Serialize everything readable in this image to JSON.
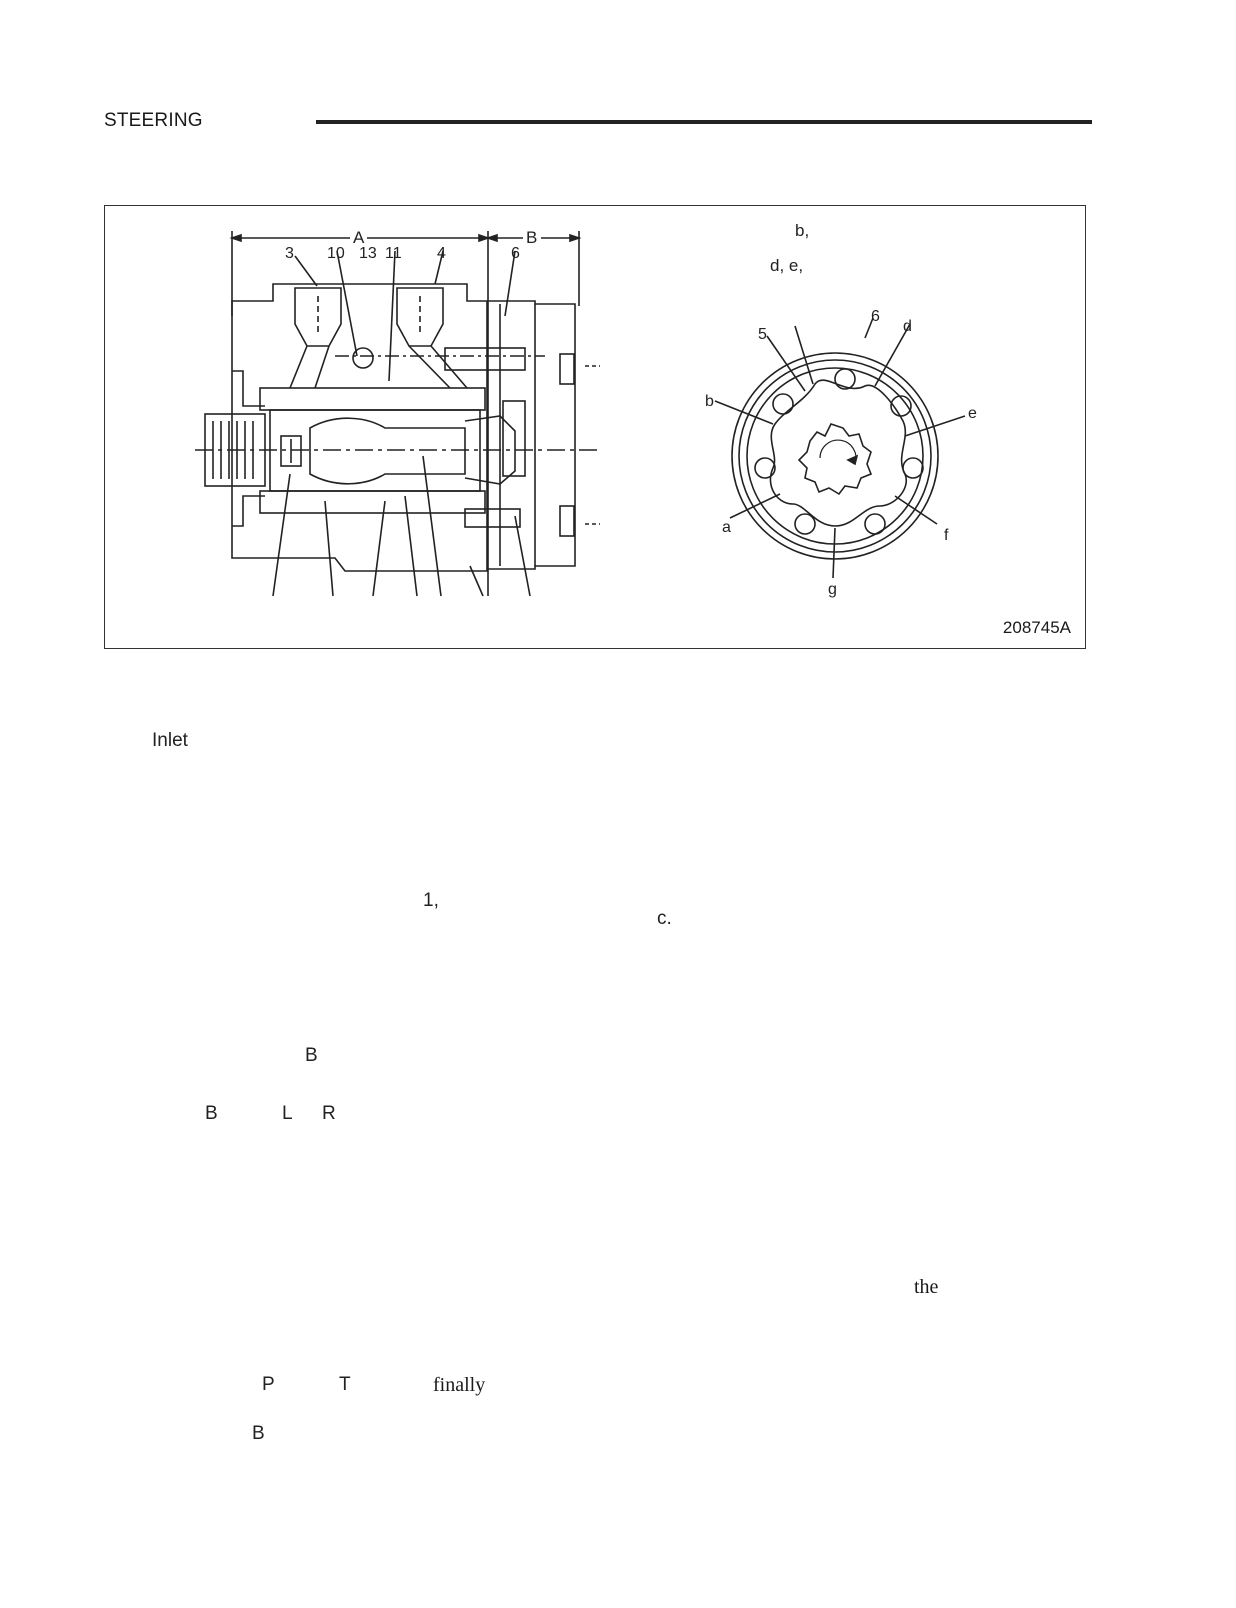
{
  "header": {
    "section": "STEERING"
  },
  "figure": {
    "id": "208745A",
    "section_view": {
      "dims": [
        "A",
        "B"
      ],
      "top_labels": [
        "3",
        "10",
        "13",
        "11",
        "4",
        "6"
      ]
    },
    "gerotor_view": {
      "callouts": [
        "b,",
        "d, e,"
      ],
      "labels": {
        "five": "5",
        "six": "6",
        "a": "a",
        "b": "b",
        "d": "d",
        "e": "e",
        "f": "f",
        "g": "g"
      }
    }
  },
  "text_fragments": {
    "inlet": "Inlet",
    "one": "1,",
    "c": "c.",
    "b1": "B",
    "b2": "B",
    "l": "L",
    "r": "R",
    "the": "the",
    "p": "P",
    "t": "T",
    "finally": "finally",
    "b3": "B"
  }
}
